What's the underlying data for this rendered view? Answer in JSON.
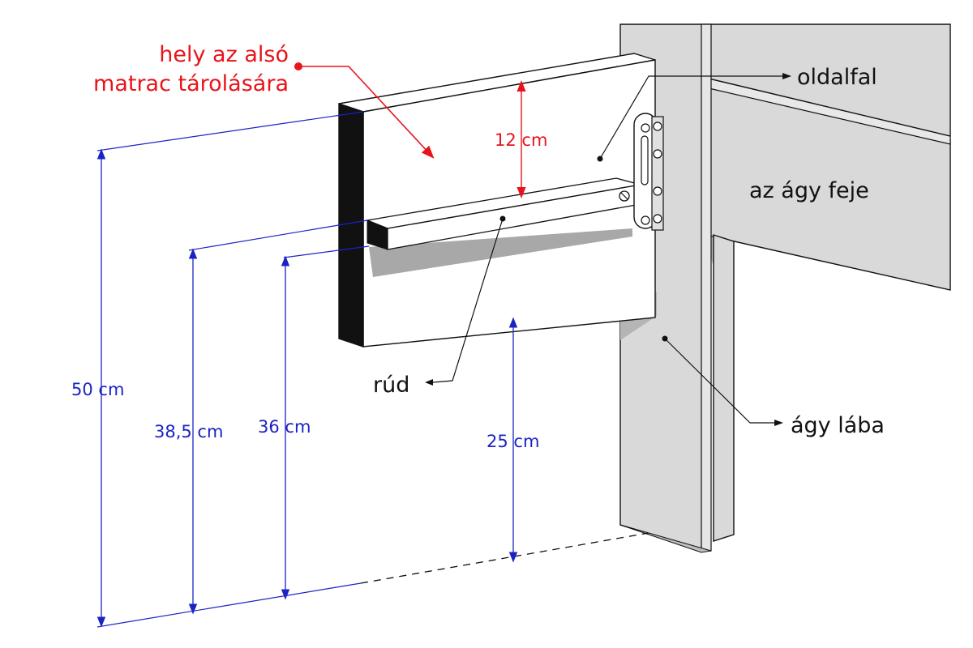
{
  "labels": {
    "storage_line1": "hely az alsó",
    "storage_line2": "matrac tárolására",
    "side_wall": "oldalfal",
    "headboard": "az ágy feje",
    "rod": "rúd",
    "bed_leg": "ágy lába"
  },
  "dimensions": {
    "d12": "12 cm",
    "d50": "50 cm",
    "d385": "38,5 cm",
    "d36": "36 cm",
    "d25": "25 cm"
  },
  "colors": {
    "red": "#e8141b",
    "blue": "#1b23c4",
    "wood_light": "#d9d9d9",
    "wood_face": "#ffffff",
    "edge_dark": "#111111"
  }
}
